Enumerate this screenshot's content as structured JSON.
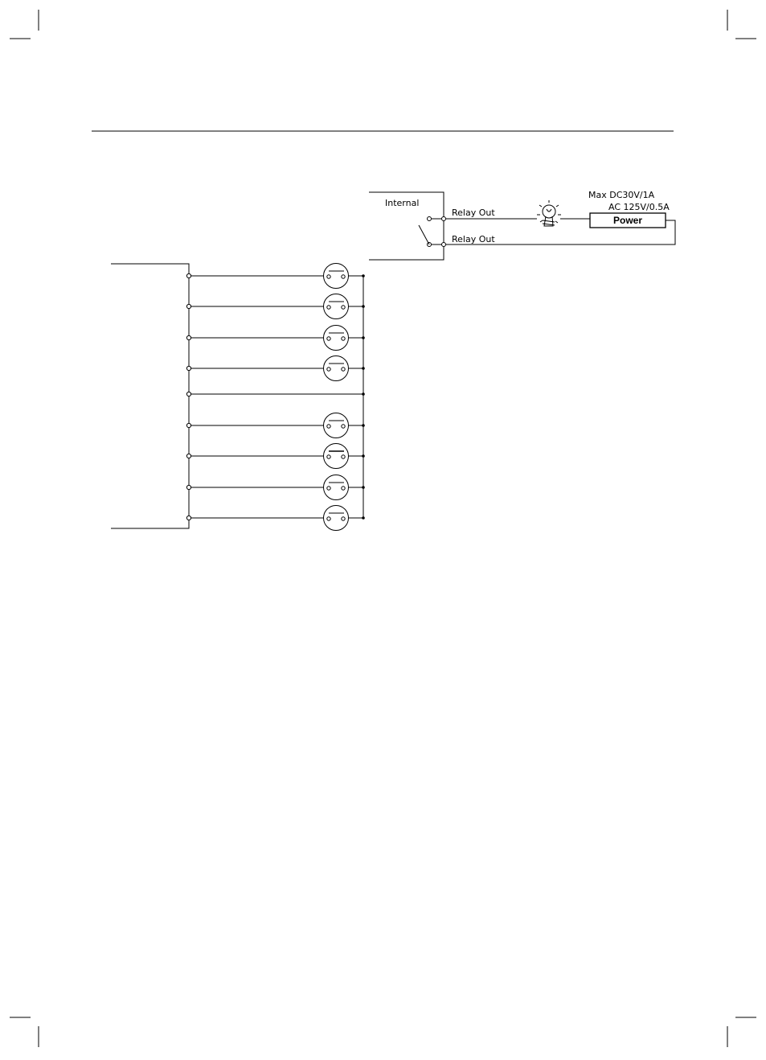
{
  "relay_diagram": {
    "internal_label": "Internal",
    "relay_out_top": "Relay Out",
    "relay_out_bottom": "Relay Out",
    "max_rating_dc": "Max DC30V/1A",
    "max_rating_ac": "AC 125V/0.5A",
    "power_label": "Power"
  },
  "sensor_diagram": {
    "upper_group_count": 4,
    "lower_group_count": 4
  },
  "icons": {
    "lamp": "light-bulb-icon",
    "switch": "push-switch-icon"
  }
}
